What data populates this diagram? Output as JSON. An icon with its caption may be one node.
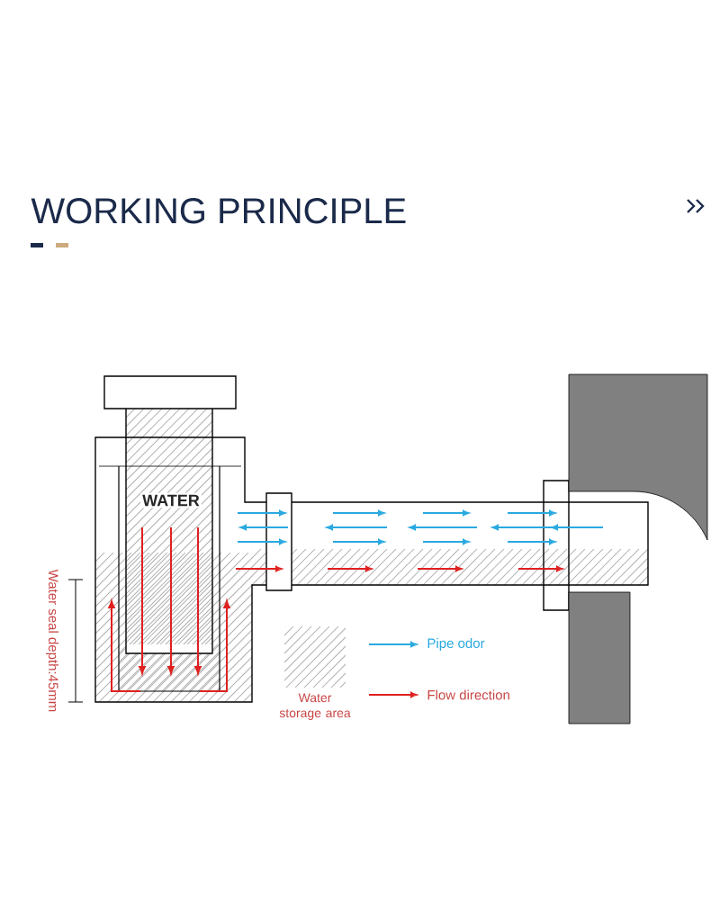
{
  "diagram": {
    "title": "WORKING PRINCIPLE",
    "labels": [
      "WATER",
      "Water seal depth:45mm"
    ],
    "legend": [
      {
        "text": "Water storage area"
      },
      {
        "text": "Pipe odor"
      },
      {
        "text": "Flow direction"
      }
    ]
  }
}
